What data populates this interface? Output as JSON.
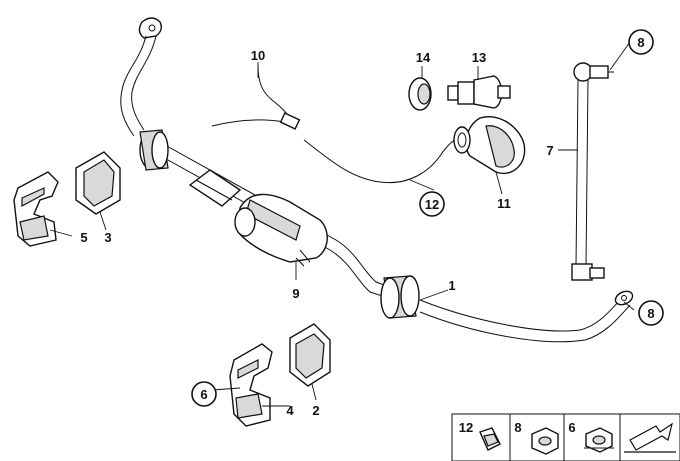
{
  "callouts": [
    {
      "id": "c1",
      "text": "1",
      "circled": false
    },
    {
      "id": "c2",
      "text": "2",
      "circled": false
    },
    {
      "id": "c3",
      "text": "3",
      "circled": false
    },
    {
      "id": "c4",
      "text": "4",
      "circled": false
    },
    {
      "id": "c5",
      "text": "5",
      "circled": false
    },
    {
      "id": "c6",
      "text": "6",
      "circled": true
    },
    {
      "id": "c7",
      "text": "7",
      "circled": false
    },
    {
      "id": "c8a",
      "text": "8",
      "circled": true
    },
    {
      "id": "c8b",
      "text": "8",
      "circled": true
    },
    {
      "id": "c9",
      "text": "9",
      "circled": false
    },
    {
      "id": "c10",
      "text": "10",
      "circled": false
    },
    {
      "id": "c11",
      "text": "11",
      "circled": false
    },
    {
      "id": "c12",
      "text": "12",
      "circled": true
    },
    {
      "id": "c13",
      "text": "13",
      "circled": false
    },
    {
      "id": "c14",
      "text": "14",
      "circled": false
    }
  ],
  "legend_strip": [
    {
      "text": "12"
    },
    {
      "text": "8"
    },
    {
      "text": "6"
    }
  ]
}
